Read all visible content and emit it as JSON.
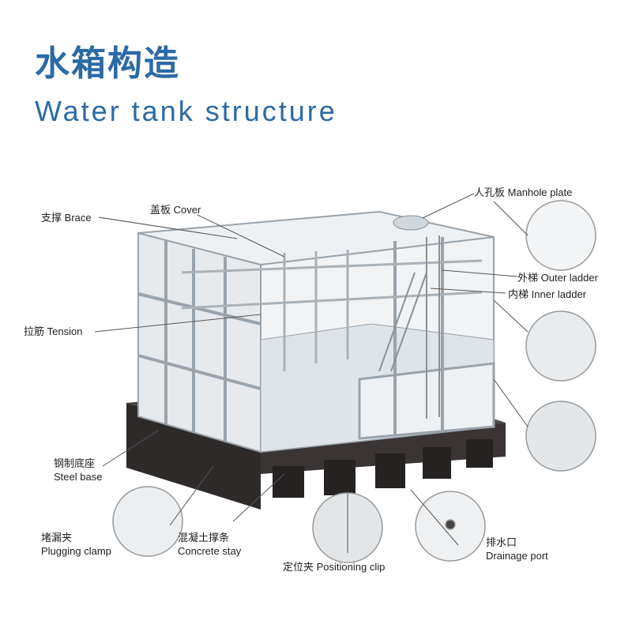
{
  "header": {
    "title_cn": "水箱构造",
    "title_en": "Water tank structure"
  },
  "labels": {
    "brace": {
      "cn": "支撑",
      "en": "Brace"
    },
    "cover": {
      "cn": "盖板",
      "en": "Cover"
    },
    "manhole": {
      "cn": "人孔板",
      "en": "Manhole plate"
    },
    "outer_ladder": {
      "cn": "外梯",
      "en": "Outer ladder"
    },
    "inner_ladder": {
      "cn": "内梯",
      "en": "Inner ladder"
    },
    "tension": {
      "cn": "拉筋",
      "en": "Tension"
    },
    "steel_base": {
      "cn": "钢制底座",
      "en": "Steel base"
    },
    "plugging_clamp": {
      "cn": "堵漏夹",
      "en": "Plugging clamp"
    },
    "concrete_stay": {
      "cn": "混凝土撑条",
      "en": "Concrete stay"
    },
    "positioning_clip": {
      "cn": "定位夹",
      "en": "Positioning clip"
    },
    "drainage_port": {
      "cn": "排水口",
      "en": "Drainage port"
    }
  },
  "colors": {
    "title": "#2b6aa6",
    "panel": "#e9edf0",
    "frame": "#9aa3ab",
    "base": "#2e2a2a",
    "leader": "#555555"
  }
}
